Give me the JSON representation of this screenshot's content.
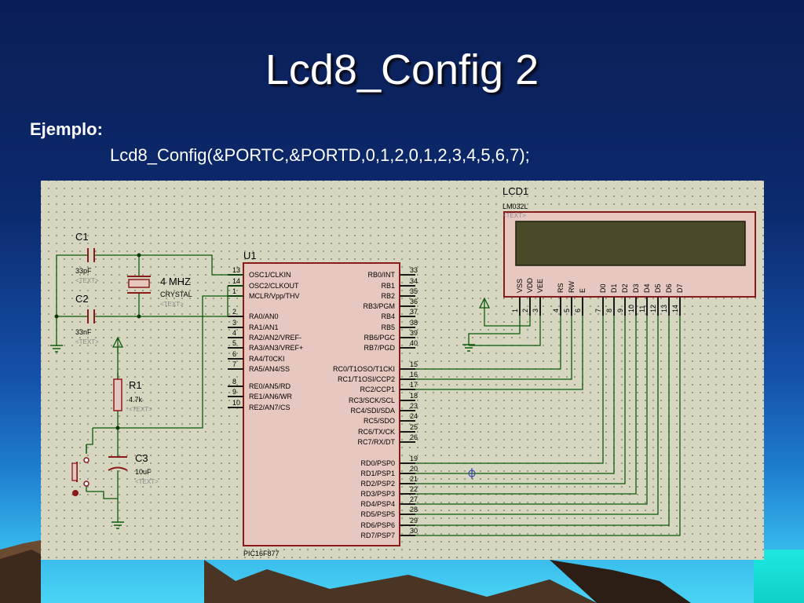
{
  "slide": {
    "title": "Lcd8_Config 2",
    "example_label": "Ejemplo:",
    "example_code": "Lcd8_Config(&PORTC,&PORTD,0,1,2,0,1,2,3,4,5,6,7);"
  },
  "schematic": {
    "mcu": {
      "ref": "U1",
      "part": "PIC16F877",
      "left_pins": [
        {
          "num": "13",
          "name": "OSC1/CLKIN"
        },
        {
          "num": "14",
          "name": "OSC2/CLKOUT"
        },
        {
          "num": "1",
          "name": "MCLR/Vpp/THV"
        },
        {
          "num": "2",
          "name": "RA0/AN0"
        },
        {
          "num": "3",
          "name": "RA1/AN1"
        },
        {
          "num": "4",
          "name": "RA2/AN2/VREF-"
        },
        {
          "num": "5",
          "name": "RA3/AN3/VREF+"
        },
        {
          "num": "6",
          "name": "RA4/T0CKI"
        },
        {
          "num": "7",
          "name": "RA5/AN4/SS"
        },
        {
          "num": "8",
          "name": "RE0/AN5/RD"
        },
        {
          "num": "9",
          "name": "RE1/AN6/WR"
        },
        {
          "num": "10",
          "name": "RE2/AN7/CS"
        }
      ],
      "right_pins": [
        {
          "num": "33",
          "name": "RB0/INT"
        },
        {
          "num": "34",
          "name": "RB1"
        },
        {
          "num": "35",
          "name": "RB2"
        },
        {
          "num": "36",
          "name": "RB3/PGM"
        },
        {
          "num": "37",
          "name": "RB4"
        },
        {
          "num": "38",
          "name": "RB5"
        },
        {
          "num": "39",
          "name": "RB6/PGC"
        },
        {
          "num": "40",
          "name": "RB7/PGD"
        },
        {
          "num": "15",
          "name": "RC0/T1OSO/T1CKI"
        },
        {
          "num": "16",
          "name": "RC1/T1OSI/CCP2"
        },
        {
          "num": "17",
          "name": "RC2/CCP1"
        },
        {
          "num": "18",
          "name": "RC3/SCK/SCL"
        },
        {
          "num": "23",
          "name": "RC4/SDI/SDA"
        },
        {
          "num": "24",
          "name": "RC5/SDO"
        },
        {
          "num": "25",
          "name": "RC6/TX/CK"
        },
        {
          "num": "26",
          "name": "RC7/RX/DT"
        },
        {
          "num": "19",
          "name": "RD0/PSP0"
        },
        {
          "num": "20",
          "name": "RD1/PSP1"
        },
        {
          "num": "21",
          "name": "RD2/PSP2"
        },
        {
          "num": "22",
          "name": "RD3/PSP3"
        },
        {
          "num": "27",
          "name": "RD4/PSP4"
        },
        {
          "num": "28",
          "name": "RD5/PSP5"
        },
        {
          "num": "29",
          "name": "RD6/PSP6"
        },
        {
          "num": "30",
          "name": "RD7/PSP7"
        }
      ]
    },
    "lcd": {
      "ref": "LCD1",
      "part": "LM032L",
      "text": "<TEXT>",
      "pins": [
        {
          "num": "1",
          "name": "VSS"
        },
        {
          "num": "2",
          "name": "VDD"
        },
        {
          "num": "3",
          "name": "VEE"
        },
        {
          "num": "4",
          "name": "RS"
        },
        {
          "num": "5",
          "name": "RW"
        },
        {
          "num": "6",
          "name": "E"
        },
        {
          "num": "7",
          "name": "D0"
        },
        {
          "num": "8",
          "name": "D1"
        },
        {
          "num": "9",
          "name": "D2"
        },
        {
          "num": "10",
          "name": "D3"
        },
        {
          "num": "11",
          "name": "D4"
        },
        {
          "num": "12",
          "name": "D5"
        },
        {
          "num": "13",
          "name": "D6"
        },
        {
          "num": "14",
          "name": "D7"
        }
      ]
    },
    "c1": {
      "ref": "C1",
      "value": "33pF",
      "text": "<TEXT>"
    },
    "c2": {
      "ref": "C2",
      "value": "33nF",
      "text": "<TEXT>"
    },
    "x1": {
      "freq": "4 MHZ",
      "type": "CRYSTAL",
      "text": "<TEXT>"
    },
    "r1": {
      "ref": "R1",
      "value": "4.7k",
      "text": "<TEXT>"
    },
    "c3": {
      "ref": "C3",
      "value": "10uF",
      "text": "<TEXT>"
    }
  }
}
